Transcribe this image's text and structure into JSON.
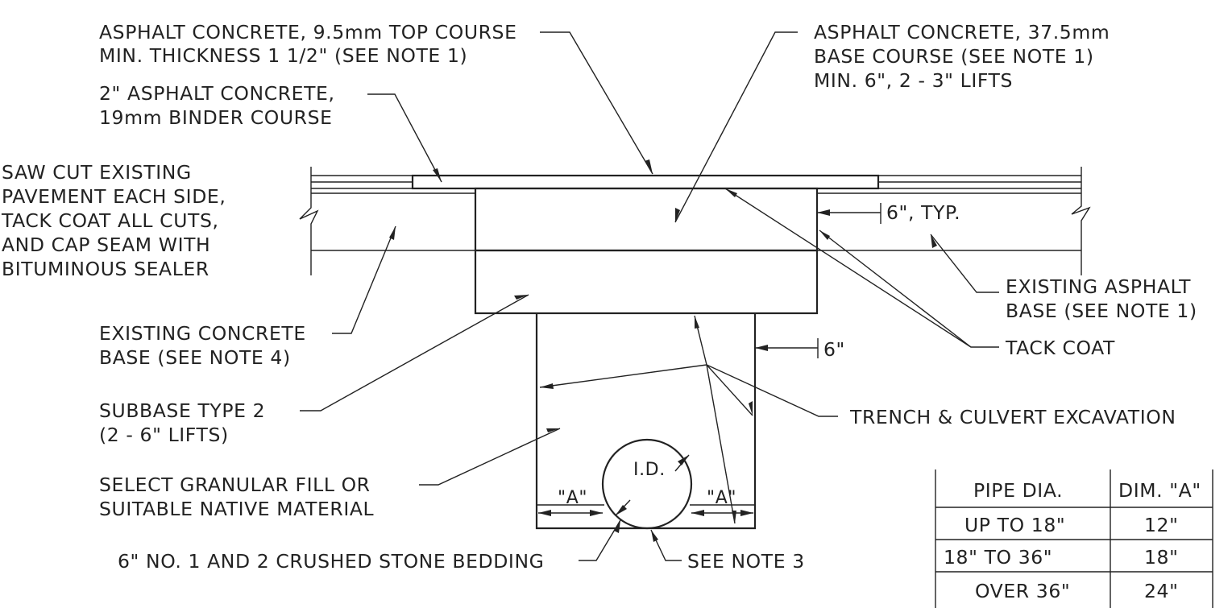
{
  "callouts": {
    "top_course": [
      "ASPHALT CONCRETE, 9.5mm TOP COURSE",
      "MIN. THICKNESS 1 1/2\" (SEE NOTE 1)"
    ],
    "base_course": [
      "ASPHALT CONCRETE, 37.5mm",
      "BASE COURSE (SEE NOTE 1)",
      "MIN. 6\", 2 - 3\" LIFTS"
    ],
    "binder_course": [
      "2\" ASPHALT CONCRETE,",
      "19mm BINDER COURSE"
    ],
    "saw_cut": [
      "SAW CUT EXISTING",
      "PAVEMENT EACH SIDE,",
      "TACK COAT ALL CUTS,",
      "AND CAP SEAM WITH",
      "BITUMINOUS SEALER"
    ],
    "six_typ": "6\", TYP.",
    "existing_asphalt": [
      "EXISTING ASPHALT",
      "BASE (SEE NOTE 1)"
    ],
    "existing_concrete": [
      "EXISTING CONCRETE",
      "BASE (SEE NOTE 4)"
    ],
    "tack_coat": "TACK COAT",
    "six": "6\"",
    "subbase": [
      "SUBBASE TYPE 2",
      "(2 - 6\" LIFTS)"
    ],
    "trench": "TRENCH & CULVERT EXCAVATION",
    "granular_fill": [
      "SELECT GRANULAR FILL OR",
      "SUITABLE NATIVE MATERIAL"
    ],
    "bedding": "6\" NO. 1 AND 2 CRUSHED STONE BEDDING",
    "see_note_3": "SEE NOTE 3",
    "id_label": "I.D.",
    "dim_a_left": "\"A\"",
    "dim_a_right": "\"A\""
  },
  "table": {
    "headers": [
      "PIPE DIA.",
      "DIM. \"A\""
    ],
    "rows": [
      [
        "UP TO 18\"",
        "12\""
      ],
      [
        "18\" TO 36\"",
        "18\""
      ],
      [
        "OVER 36\"",
        "24\""
      ]
    ]
  }
}
